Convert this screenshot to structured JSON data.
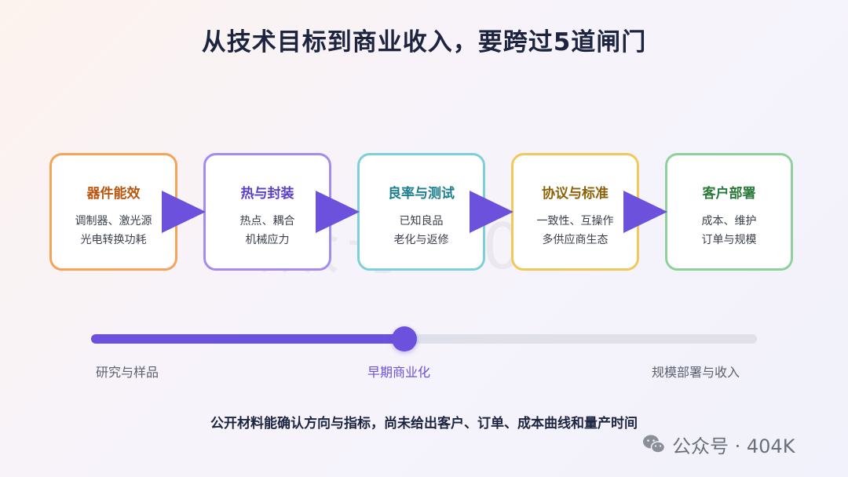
{
  "title": "从技术目标到商业收入，要跨过5道闸门",
  "watermark": "公众号 404K",
  "gates": [
    {
      "title": "器件能效",
      "line1": "调制器、激光源",
      "line2": "光电转换功耗",
      "color": "#f6a35a",
      "title_color": "#b8560f"
    },
    {
      "title": "热与封装",
      "line1": "热点、耦合",
      "line2": "机械应力",
      "color": "#a48bf0",
      "title_color": "#5b3fc6"
    },
    {
      "title": "良率与测试",
      "line1": "已知良品",
      "line2": "老化与返修",
      "color": "#7dcfdc",
      "title_color": "#1d7f8e"
    },
    {
      "title": "协议与标准",
      "line1": "一致性、互操作",
      "line2": "多供应商生态",
      "color": "#f1c95a",
      "title_color": "#8c6208"
    },
    {
      "title": "客户部署",
      "line1": "成本、维护",
      "line2": "订单与规模",
      "color": "#8fd19c",
      "title_color": "#2c7a3b"
    }
  ],
  "progress": {
    "value_fraction": 0.47,
    "stages": [
      "研究与样品",
      "早期商业化",
      "规模部署与收入"
    ],
    "current_stage": "早期商业化",
    "fill_color": "#6b51dc"
  },
  "footnote": "公开材料能确认方向与指标，尚未给出客户、订单、成本曲线和量产时间",
  "brand": {
    "icon": "wechat-icon",
    "text": "公众号 · 404K"
  }
}
